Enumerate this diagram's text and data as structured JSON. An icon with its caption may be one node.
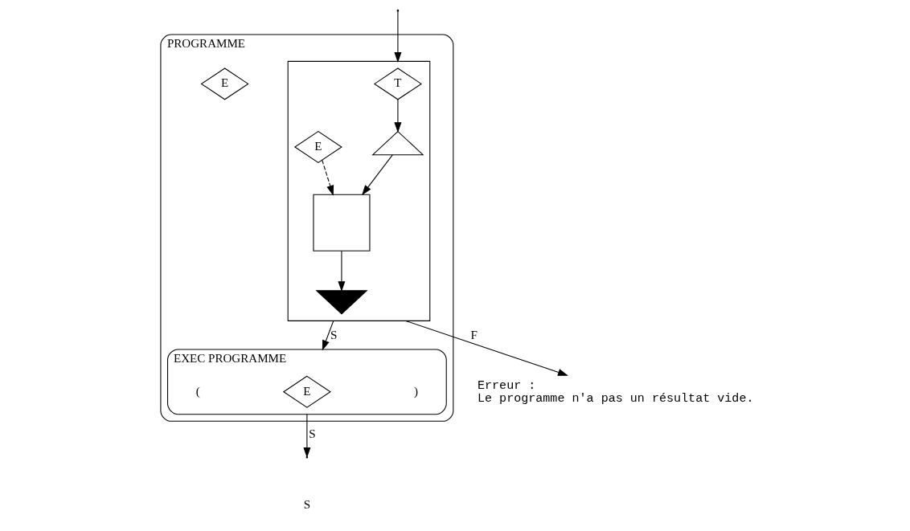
{
  "diagram": {
    "nodes": [
      {
        "text": [
          "PROGRAMME"
        ]
      },
      {
        "text": [
          "E"
        ],
        "in": 0
      },
      {
        "text": [],
        "shape": "box",
        "in": 0
      },
      {
        "text": [
          "T"
        ],
        "in": 2
      },
      {
        "text": [],
        "shape": "triangle",
        "in": 2
      },
      {
        "text": [],
        "shape": "box",
        "in": 2
      },
      {
        "text": [],
        "shape": "triangle",
        "in": 2
      },
      {
        "text": [
          "E"
        ],
        "in": 2
      },
      {
        "text": [
          "EXEC PROGRAMME"
        ],
        "in": 0
      },
      {
        "text": [
          "E"
        ],
        "in": 8
      },
      {
        "text": [
          "Erreur :",
          "Le programme n'a pas un résultat vide."
        ]
      }
    ],
    "edges": [
      {
        "from": null,
        "to": 2,
        "arrow": "to"
      },
      {
        "from": 3,
        "to": 4,
        "arrow": "to"
      },
      {
        "from": 4,
        "to": 5,
        "arrow": "to"
      },
      {
        "from": 5,
        "to": 6,
        "arrow": "to"
      },
      {
        "from": 7,
        "to": 5,
        "arrow": "to",
        "style": "dashed"
      },
      {
        "from": 2,
        "to": 10,
        "arrow": "to",
        "label": "F"
      },
      {
        "from": 2,
        "to": 8,
        "arrow": "to",
        "label": "S"
      },
      {
        "from": 8,
        "to": null,
        "arrow": "to",
        "label": "S"
      }
    ],
    "labels": [
      "(",
      ")",
      "S"
    ]
  }
}
